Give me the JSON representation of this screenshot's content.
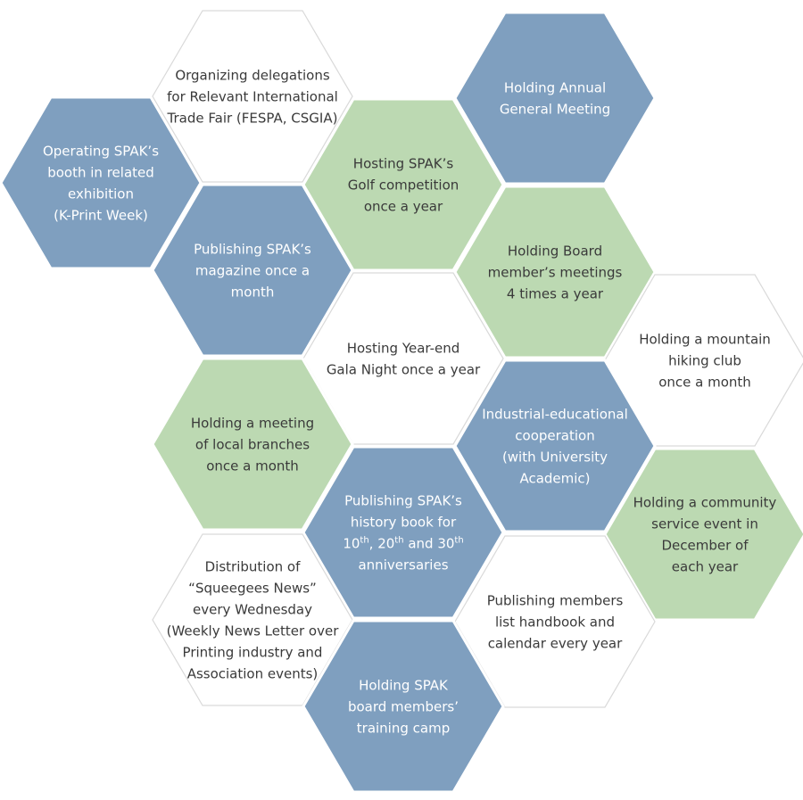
{
  "palette": {
    "blue": "#7f9fbf",
    "green": "#bcd9b2",
    "white": "#ffffff",
    "outline": "#d9d9d9"
  },
  "hexagons": [
    {
      "id": "organizing-delegations",
      "fill": "white",
      "lines": [
        "Organizing delegations",
        "for Relevant International",
        "Trade Fair (FESPA, CSGIA)"
      ]
    },
    {
      "id": "annual-general-meeting",
      "fill": "blue",
      "lines": [
        "Holding Annual",
        "General Meeting"
      ]
    },
    {
      "id": "kprint-booth",
      "fill": "blue",
      "lines": [
        "Operating SPAK’s",
        "booth in related",
        "exhibition",
        "(K-Print Week)"
      ]
    },
    {
      "id": "golf-competition",
      "fill": "green",
      "lines": [
        "Hosting SPAK’s",
        "Golf competition",
        "once a year"
      ]
    },
    {
      "id": "publishing-magazine",
      "fill": "blue",
      "lines": [
        "Publishing SPAK’s",
        "magazine once a",
        "month"
      ]
    },
    {
      "id": "board-meetings",
      "fill": "green",
      "lines": [
        "Holding Board",
        "member’s meetings",
        "4 times a year"
      ]
    },
    {
      "id": "gala-night",
      "fill": "white",
      "lines": [
        "Hosting Year-end",
        "Gala Night once a year"
      ]
    },
    {
      "id": "hiking-club",
      "fill": "white",
      "lines": [
        "Holding a mountain",
        "hiking club",
        "once a month"
      ]
    },
    {
      "id": "local-branches",
      "fill": "green",
      "lines": [
        "Holding a meeting",
        "of local branches",
        "once a month"
      ]
    },
    {
      "id": "industrial-educational",
      "fill": "blue",
      "lines": [
        "Industrial-educational",
        "cooperation",
        "(with University",
        "Academic)"
      ]
    },
    {
      "id": "history-book",
      "fill": "blue",
      "lines": [
        "Publishing SPAK’s",
        "history book for",
        "10|th|, 20|th| and 30|th",
        "anniversaries"
      ]
    },
    {
      "id": "community-service",
      "fill": "green",
      "lines": [
        "Holding a community",
        "service event in",
        "December of",
        "each year"
      ]
    },
    {
      "id": "squeegees-news",
      "fill": "white",
      "lines": [
        "Distribution of",
        "“Squeegees News”",
        "every Wednesday",
        "(Weekly News Letter over",
        "Printing industry and",
        "Association events)"
      ]
    },
    {
      "id": "members-handbook",
      "fill": "white",
      "lines": [
        "Publishing members",
        "list handbook and",
        "calendar every year"
      ]
    },
    {
      "id": "training-camp",
      "fill": "blue",
      "lines": [
        "Holding SPAK",
        "board members’",
        "training camp"
      ]
    }
  ]
}
